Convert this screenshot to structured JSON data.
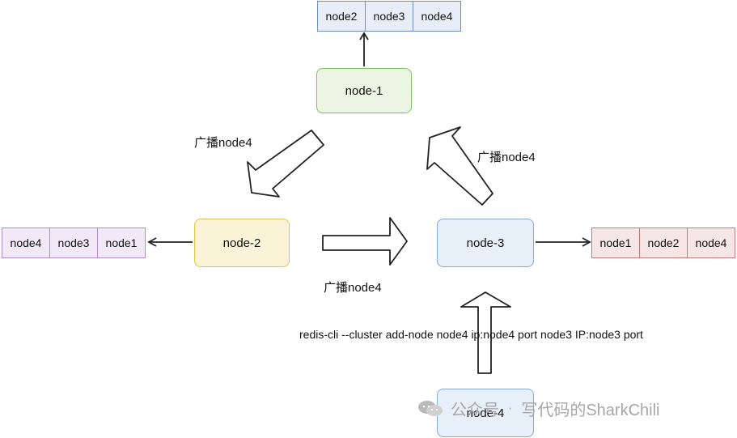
{
  "nodes": {
    "node1": "node-1",
    "node2": "node-2",
    "node3": "node-3",
    "node4": "node-4"
  },
  "strips": {
    "top": [
      "node2",
      "node3",
      "node4"
    ],
    "left": [
      "node4",
      "node3",
      "node1"
    ],
    "right": [
      "node1",
      "node2",
      "node4"
    ]
  },
  "labels": {
    "broadcast_left_top": "广播node4",
    "broadcast_right_top": "广播node4",
    "broadcast_middle": "广播node4",
    "command": "redis-cli --cluster add-node node4 ip:node4 port  node3 IP:node3 port"
  },
  "watermark": {
    "text": "公众号",
    "separator": "·",
    "author": "写代码的SharkChili"
  },
  "colors": {
    "green": "#7fbf62",
    "yellow": "#e6c54d",
    "blue": "#86a9d8",
    "purple": "#b48ccf",
    "red": "#c87b7b",
    "gray_text": "#a7a7a7"
  }
}
